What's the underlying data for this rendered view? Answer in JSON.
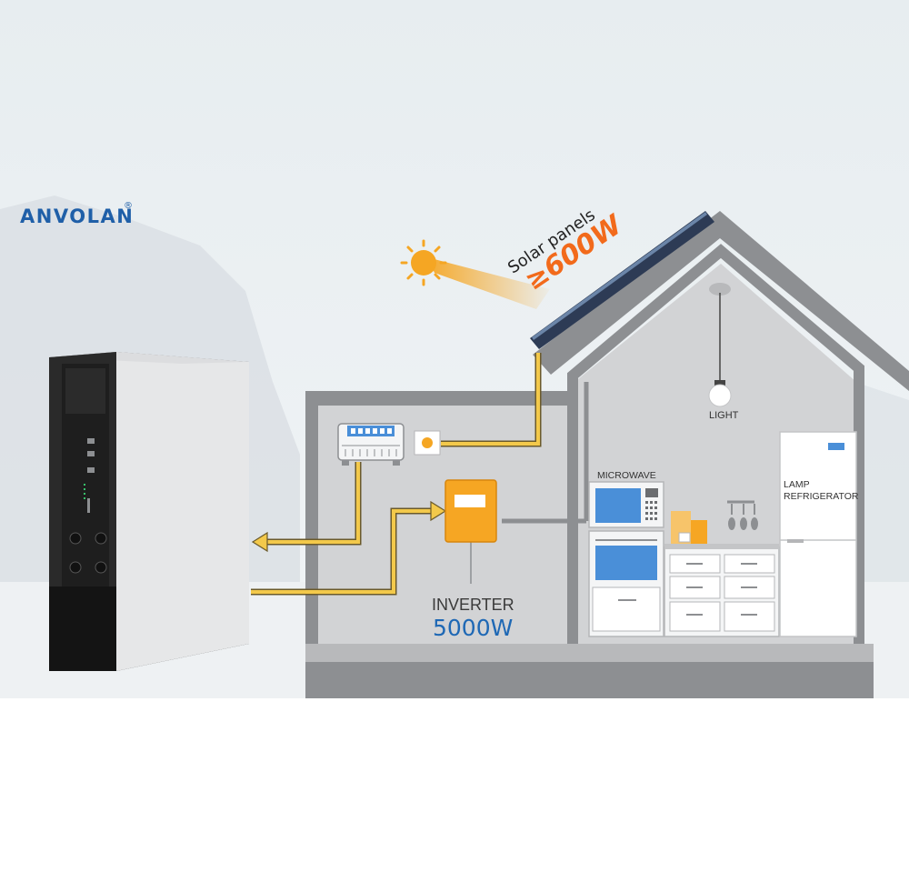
{
  "brand": {
    "name": "ANVOLAN",
    "registered_mark": "®"
  },
  "solar": {
    "title": "Solar panels",
    "power": "≥600W"
  },
  "inverter": {
    "label": "INVERTER",
    "power": "5000W"
  },
  "appliances": {
    "light": "LIGHT",
    "microwave": "MICROWAVE",
    "fridge_line1": "LAMP",
    "fridge_line2": "REFRIGERATOR"
  },
  "colors": {
    "cable": "#f3c94b",
    "sun": "#f5a623",
    "house_wall": "#d2d3d5",
    "house_outline": "#8d8f92",
    "inverter_body": "#f6a623",
    "accent_blue": "#1e68b5",
    "solar_text": "#f26a1b"
  }
}
